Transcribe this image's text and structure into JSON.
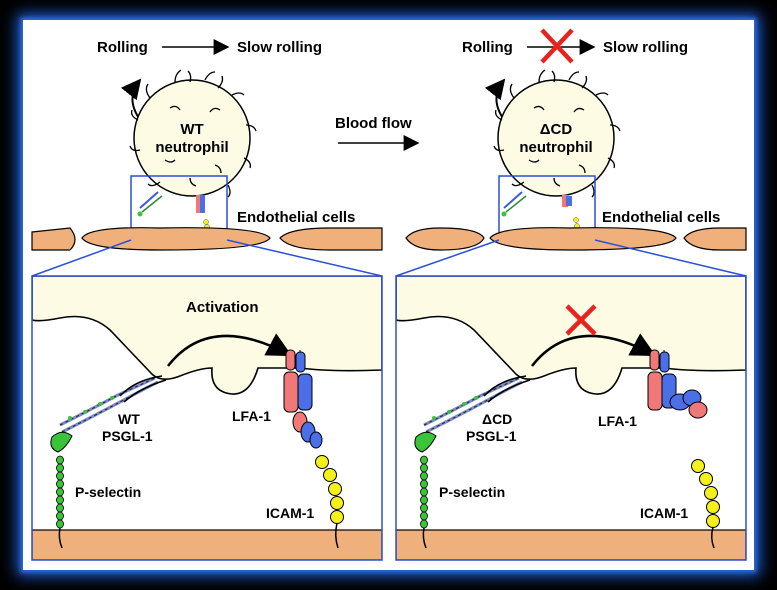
{
  "left": {
    "rolling": "Rolling",
    "slow_rolling": "Slow rolling",
    "cell_line1": "WT",
    "cell_line2": "neutrophil",
    "endothelial": "Endothelial cells",
    "activation": "Activation",
    "psgl_line1": "WT",
    "psgl_line2": "PSGL-1",
    "lfa": "LFA-1",
    "pselectin": "P-selectin",
    "icam": "ICAM-1"
  },
  "middle": {
    "blood_flow": "Blood flow"
  },
  "right": {
    "rolling": "Rolling",
    "slow_rolling": "Slow rolling",
    "cell_line1": "ΔCD",
    "cell_line2": "neutrophil",
    "endothelial": "Endothelial cells",
    "psgl_line1": "ΔCD",
    "psgl_line2": "PSGL-1",
    "lfa": "LFA-1",
    "pselectin": "P-selectin",
    "icam": "ICAM-1"
  },
  "colors": {
    "neutrophil": "#fdfbe3",
    "endothelium": "#f0b07c",
    "zoom_box": "#2b4fd8",
    "lfa_red": "#f07878",
    "lfa_blue": "#4a6fe6",
    "icam": "#f4f01a",
    "selectin": "#3ac43a",
    "block_x": "#e8231f",
    "background": "#000000",
    "glow": "#1f5fd8"
  }
}
